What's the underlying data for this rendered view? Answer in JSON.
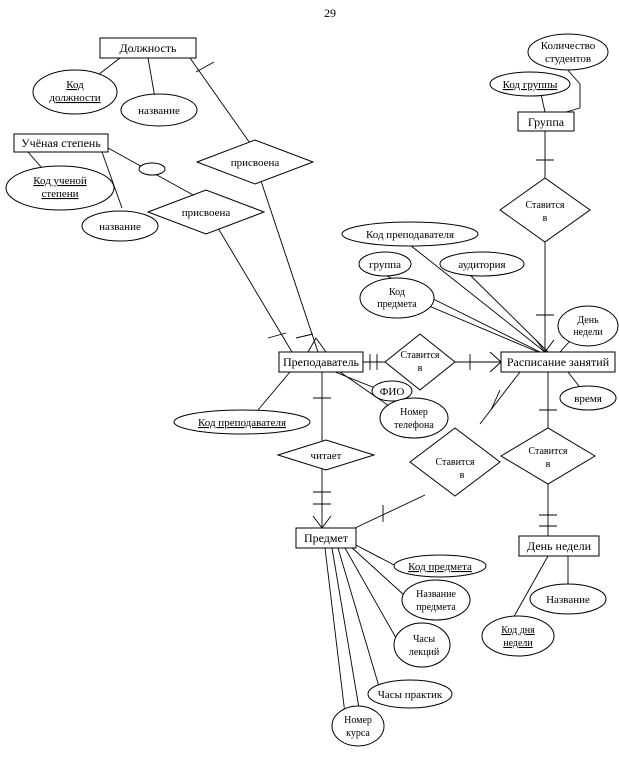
{
  "page_number": "29",
  "entities": {
    "position": "Должность",
    "degree": "Учёная степень",
    "group": "Группа",
    "teacher": "Преподаватель",
    "schedule": "Расписание занятий",
    "subject": "Предмет",
    "weekday": "День недели"
  },
  "relations": {
    "assigned_position": "присвоена",
    "assigned_degree": "присвоена",
    "set_group": [
      "Ставится",
      "в"
    ],
    "set_teacher": [
      "Ставится",
      "в"
    ],
    "set_subject": [
      "Ставится",
      "в"
    ],
    "set_weekday": [
      "Ставится",
      "в"
    ],
    "reads": "читает"
  },
  "attributes": {
    "position_code": [
      "Код",
      "должности"
    ],
    "position_name": "название",
    "degree_code": [
      "Код ученой",
      "степени"
    ],
    "degree_name": "название",
    "group_count": [
      "Количество",
      "студентов"
    ],
    "group_code": "Код группы",
    "sched_teacher_code": "Код преподавателя",
    "sched_group": "группа",
    "sched_room": "аудитория",
    "sched_subject_code": [
      "Код",
      "предмета"
    ],
    "sched_day": [
      "День",
      "недели"
    ],
    "sched_time": "время",
    "teacher_fio": "ФИО",
    "teacher_phone": [
      "Номер",
      "телефона"
    ],
    "teacher_code": "Код преподавателя",
    "subject_code": "Код предмета",
    "subject_name": [
      "Название",
      "предмета"
    ],
    "lecture_hours": [
      "Часы",
      "лекций"
    ],
    "practice_hours": "Часы практик",
    "course_number": [
      "Номер",
      "курса"
    ],
    "day_code": [
      "Код дня",
      "недели"
    ],
    "day_name": "Название"
  }
}
